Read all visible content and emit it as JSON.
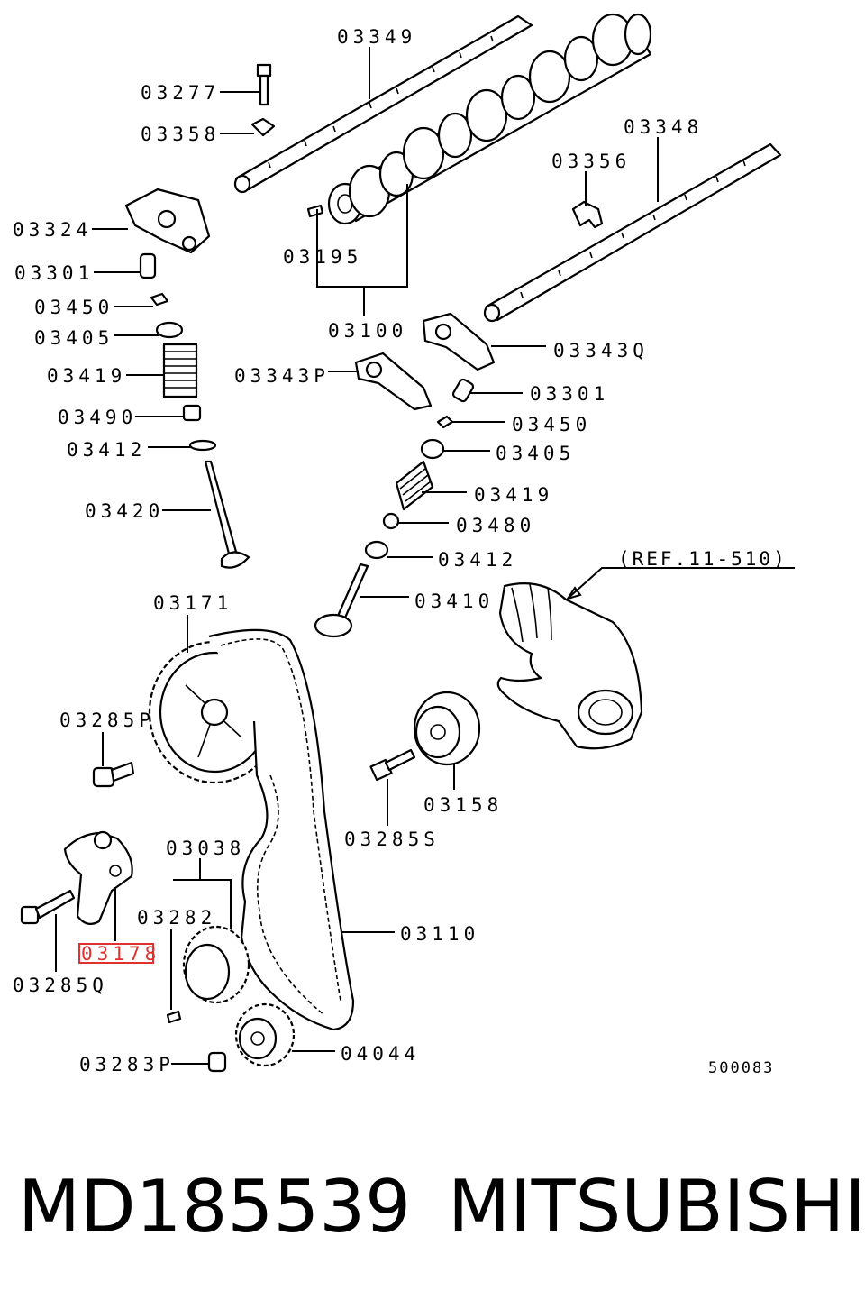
{
  "labels": {
    "l03349": "03349",
    "l03277": "03277",
    "l03358": "03358",
    "l03348": "03348",
    "l03356": "03356",
    "l03324": "03324",
    "l03301a": "03301",
    "l03450a": "03450",
    "l03405a": "03405",
    "l03419a": "03419",
    "l03490": "03490",
    "l03412a": "03412",
    "l03420": "03420",
    "l03195": "03195",
    "l03100": "03100",
    "l03343Q": "03343Q",
    "l03343P": "03343P",
    "l03301b": "03301",
    "l03450b": "03450",
    "l03405b": "03405",
    "l03419b": "03419",
    "l03480": "03480",
    "l03412b": "03412",
    "lref": "(REF.11-510)",
    "l03410": "03410",
    "l03171": "03171",
    "l03285P": "03285P",
    "l03158": "03158",
    "l03285S": "03285S",
    "l03038": "03038",
    "l03282": "03282",
    "l03110": "03110",
    "l03178": "03178",
    "l03285Q": "03285Q",
    "l03283P": "03283P",
    "l04044": "04044",
    "l500083": "500083"
  },
  "highlighted_label": "03178",
  "highlight_color": "#e03030",
  "caption": {
    "part_number": "MD185539",
    "brand": "MITSUBISHI"
  }
}
